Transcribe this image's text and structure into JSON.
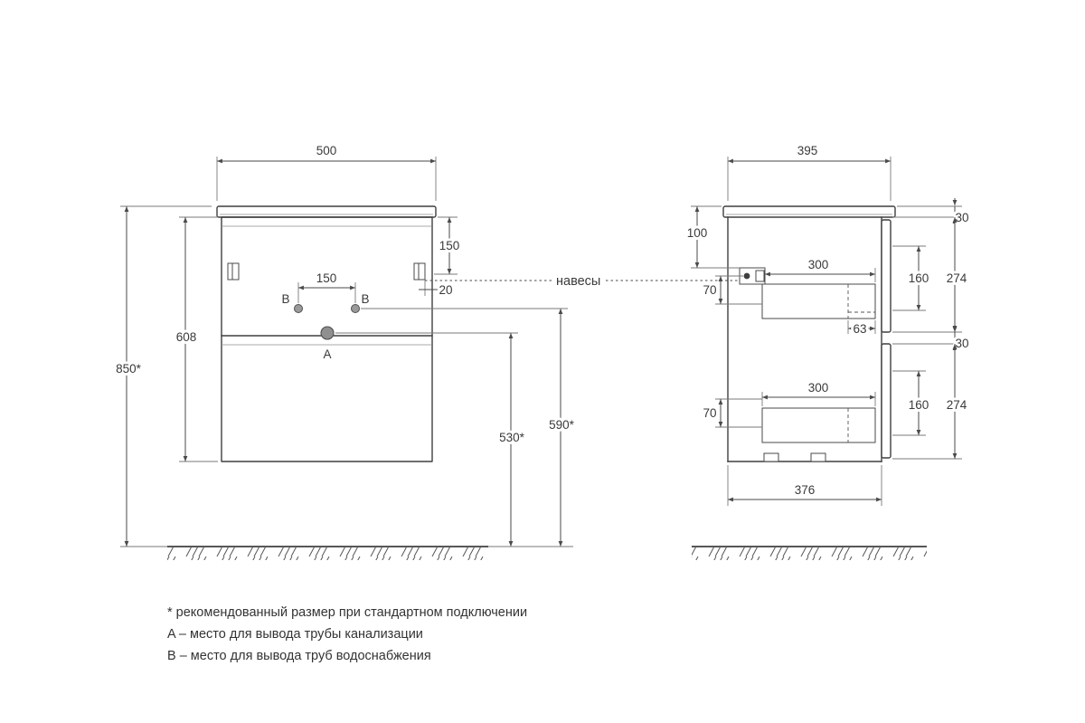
{
  "front_view": {
    "width_top": "500",
    "total_height": "850*",
    "body_height": "608",
    "top_to_hangers": "150",
    "b_points_spacing": "150",
    "hanger_offset": "20",
    "floor_to_drain": "530*",
    "floor_to_water": "590*",
    "label_a": "A",
    "label_b_left": "B",
    "label_b_right": "B"
  },
  "side_view": {
    "depth_top": "395",
    "countertop_thickness": "30",
    "top_to_hanger": "100",
    "hanger_drop_top": "70",
    "drawer_depth_top": "300",
    "drawer_height_top": "160",
    "front_height_top": "274",
    "runner_offset": "63",
    "drawer_gap": "30",
    "drawer_depth_bottom": "300",
    "hanger_drop_bottom": "70",
    "drawer_height_bottom": "160",
    "front_height_bottom": "274",
    "depth_bottom": "376"
  },
  "callout": {
    "hangers": "навесы"
  },
  "legend": {
    "note_recommended": "* рекомендованный размер при стандартном подключении",
    "note_a": "A – место для вывода трубы канализации",
    "note_b": "B – место для вывода труб водоснабжения"
  },
  "colors": {
    "line": "#3f3f3f",
    "dimension": "#4a4a4a",
    "text": "#3a3a3a",
    "background": "#ffffff"
  }
}
